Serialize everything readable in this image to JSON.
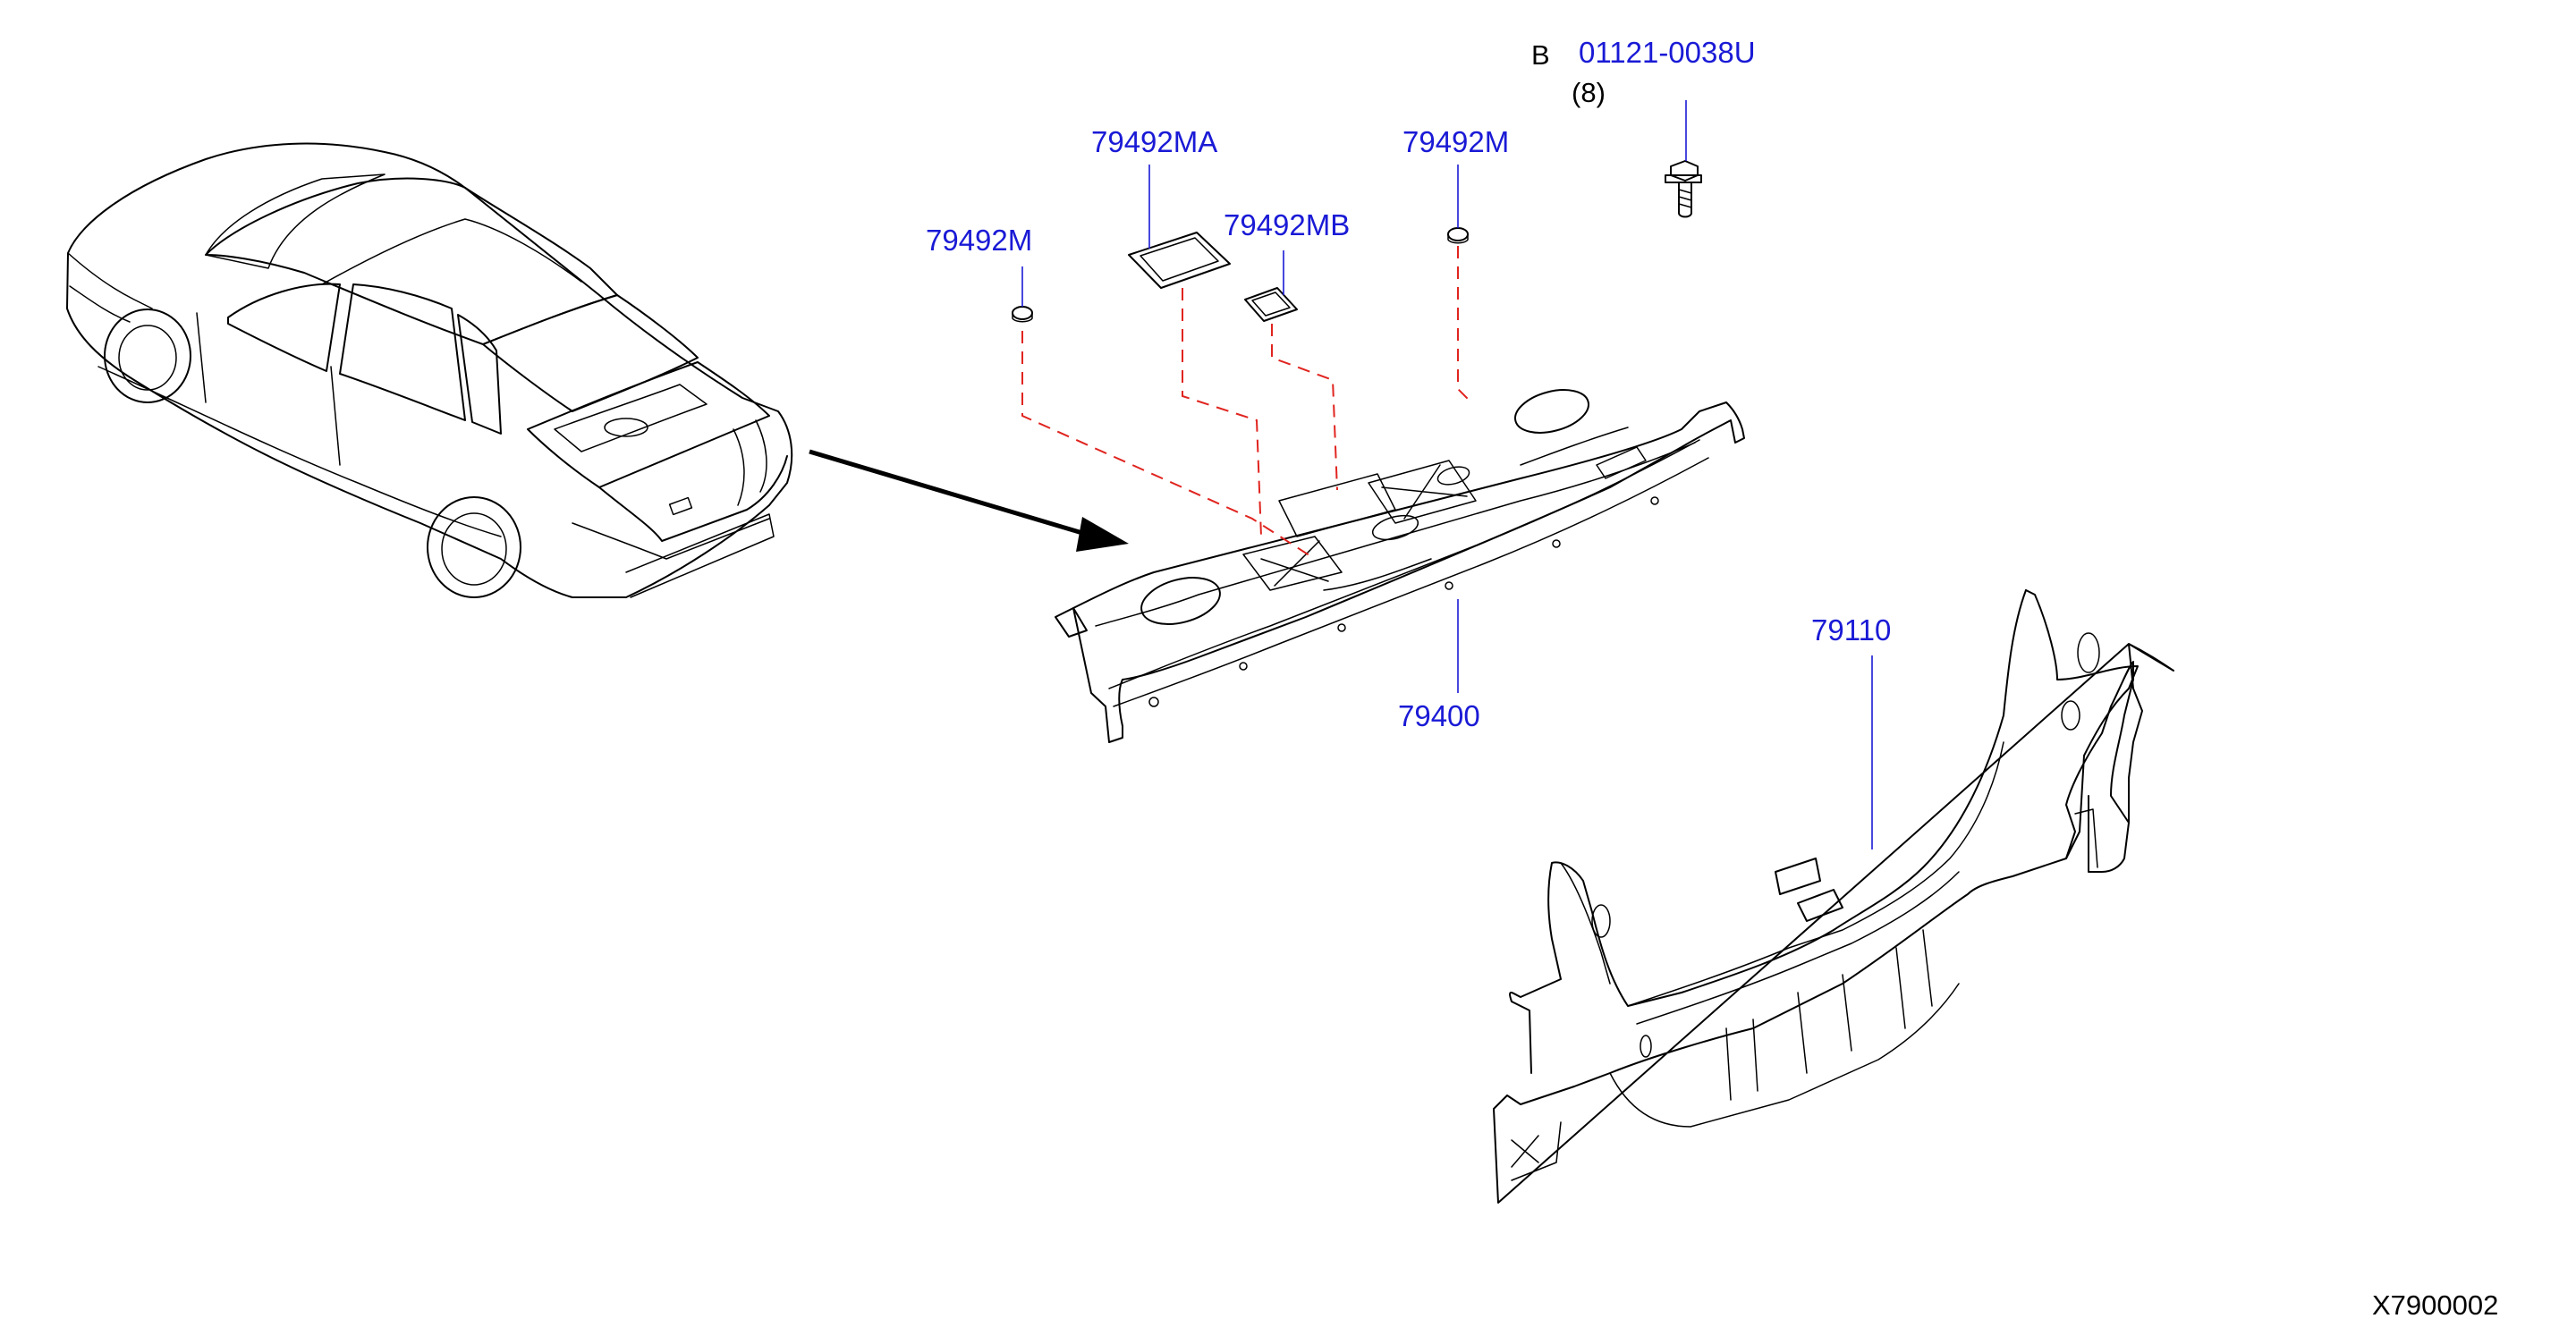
{
  "colors": {
    "callout": "#1a1ad6",
    "dashed_guide": "#e0241f",
    "line_art": "#000000",
    "background": "#ffffff"
  },
  "callouts": {
    "bolt_part": "01121-0038U",
    "bolt_quantity": "(8)",
    "bolt_marker": "B",
    "grommet_left": "79492M",
    "grommet_right": "79492M",
    "seal_large": "79492MA",
    "seal_small": "79492MB",
    "rear_parcel_shelf": "79400",
    "rear_panel": "79110"
  },
  "diagram_id": "X7900002"
}
